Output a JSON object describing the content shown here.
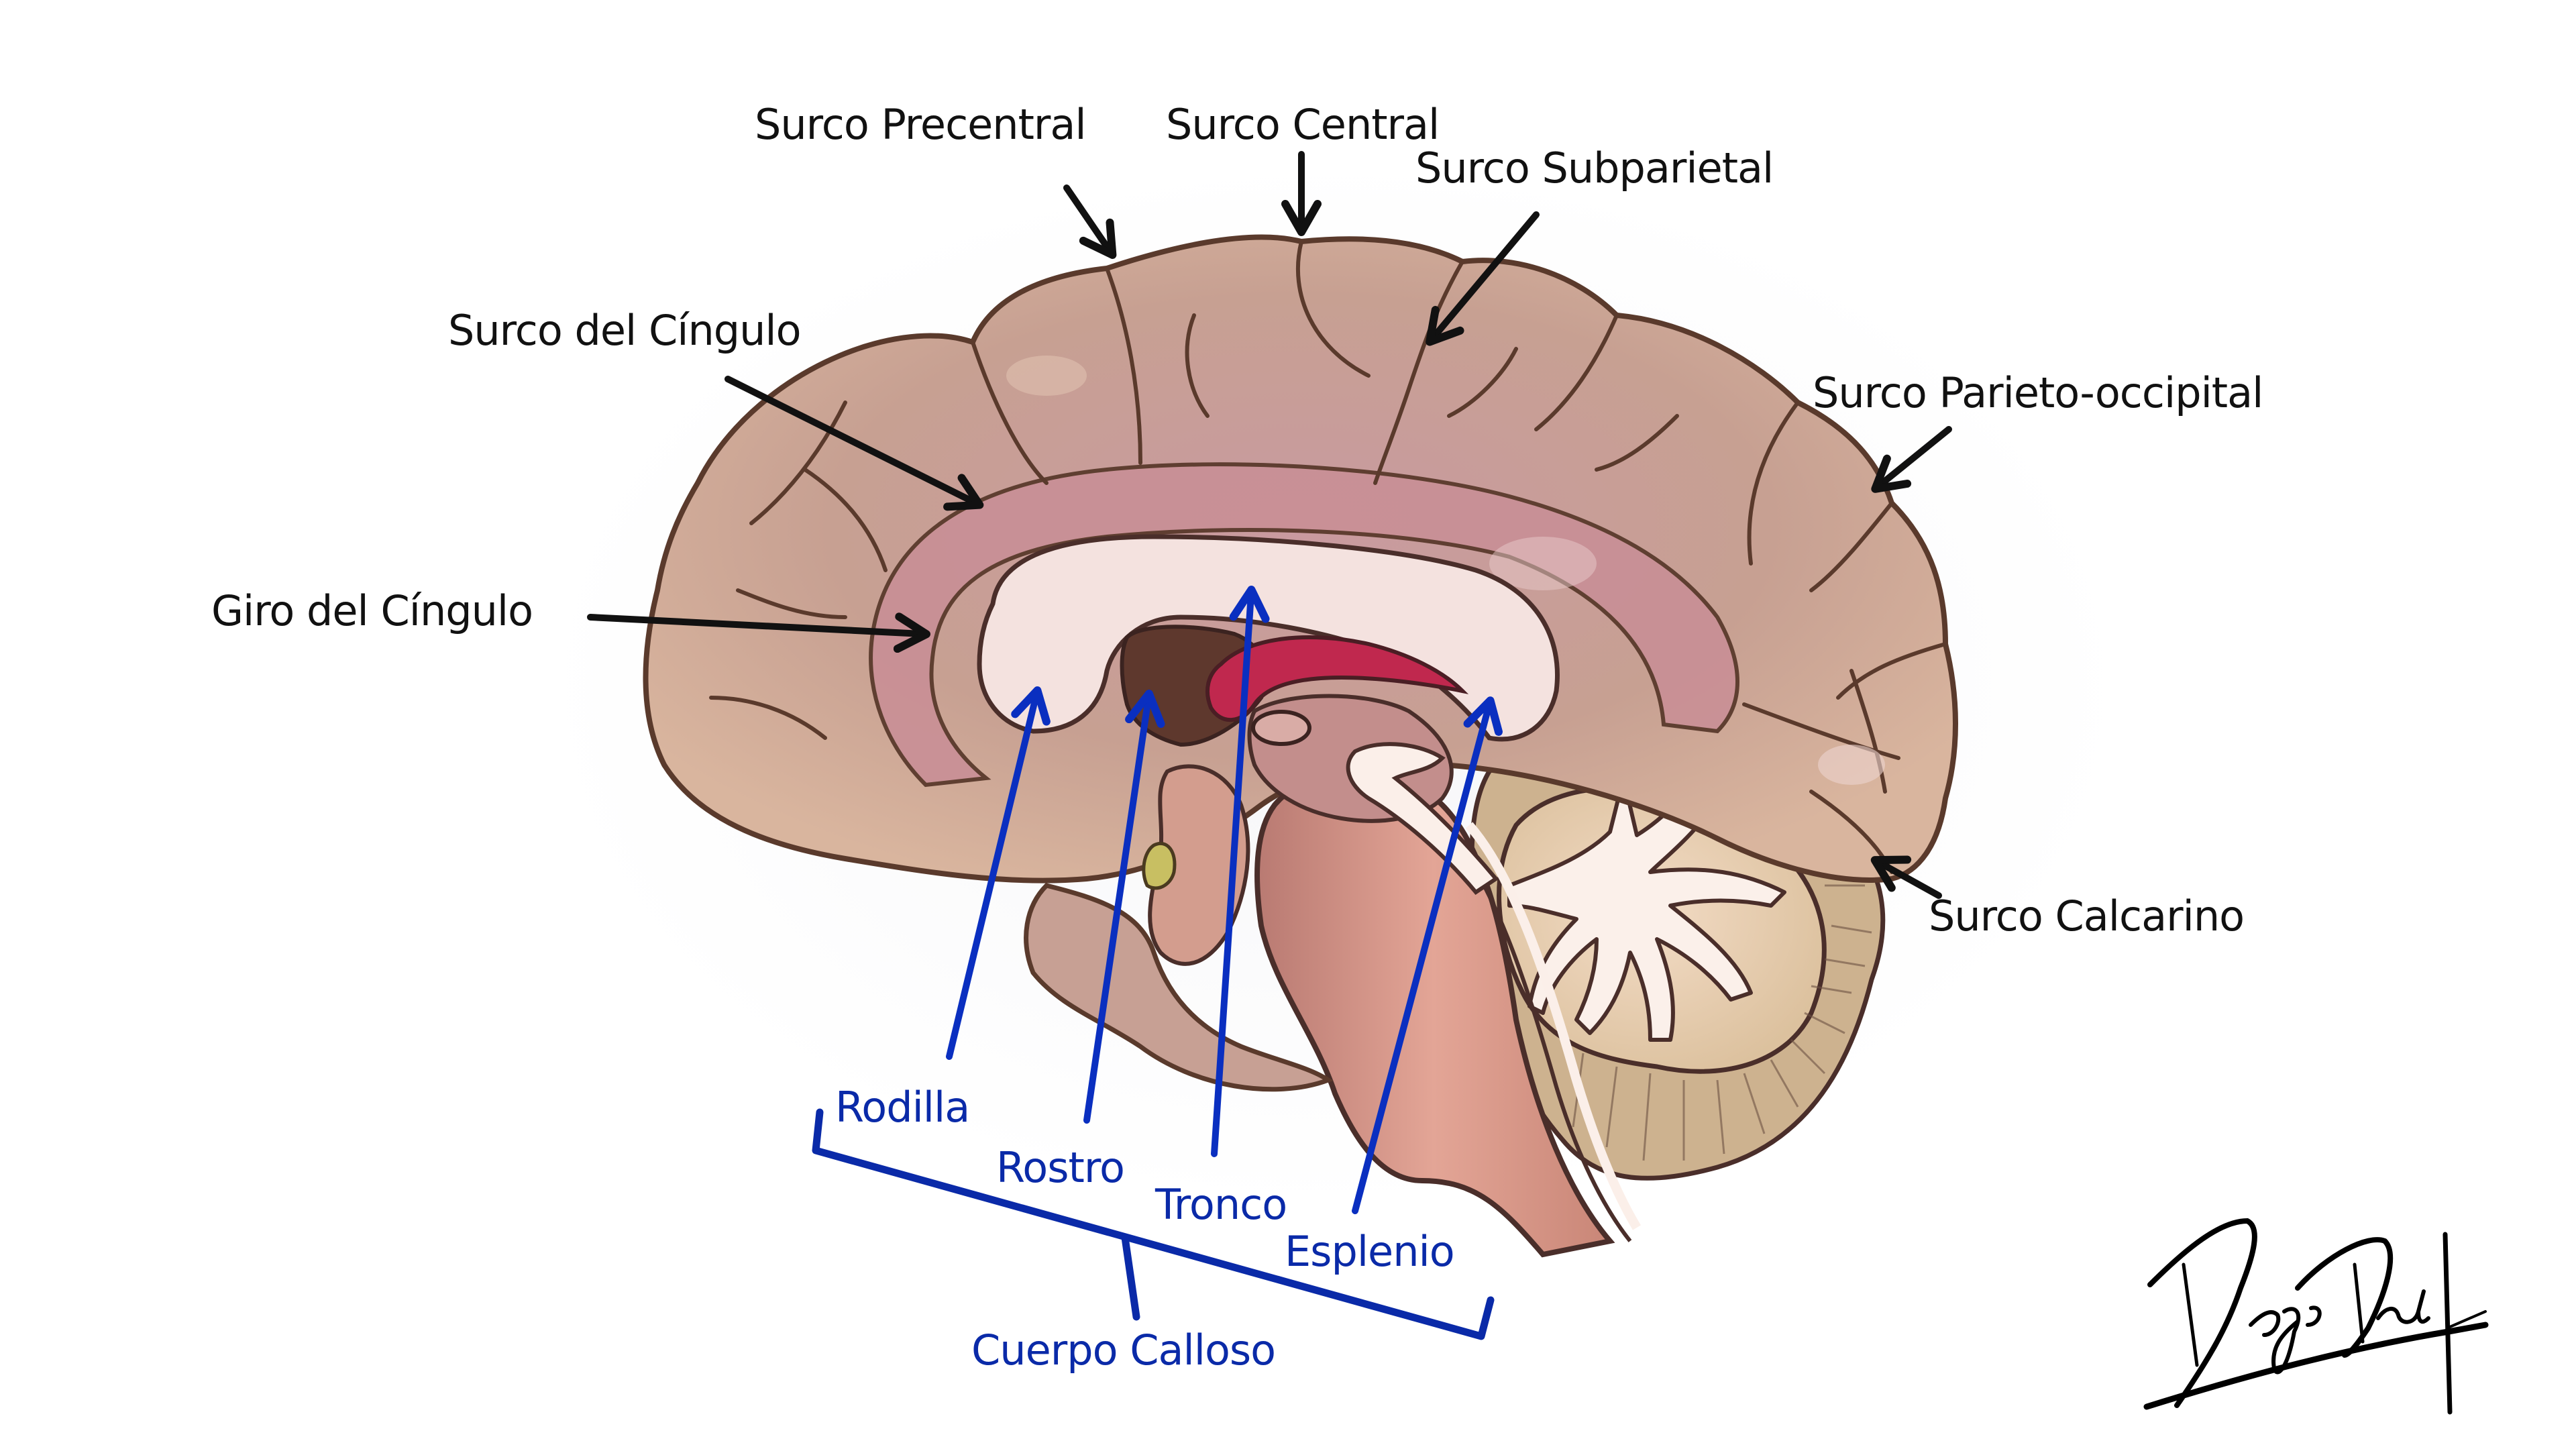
{
  "diagram": {
    "subject": "Corte sagital medial del cerebro",
    "colors": {
      "label_black": "#111111",
      "label_blue": "#0a2aa8",
      "arrow_black": "#111111",
      "arrow_blue": "#0a2fc0",
      "cortex": "#c9a196",
      "cortex_outline": "#5a3a2c",
      "corpus_callosum": "#f4e2df",
      "fornix_red": "#c0284e",
      "cerebellum_gray": "#ead3b8",
      "cerebellum_white": "#fbf0ea",
      "brainstem": "#d99b8a"
    },
    "labels_black": [
      {
        "id": "surco-precentral",
        "text": "Surco Precentral"
      },
      {
        "id": "surco-central",
        "text": "Surco Central"
      },
      {
        "id": "surco-subparietal",
        "text": "Surco Subparietal"
      },
      {
        "id": "surco-del-cingulo",
        "text": "Surco del Cíngulo"
      },
      {
        "id": "surco-parieto-occipital",
        "text": "Surco Parieto-occipital"
      },
      {
        "id": "giro-del-cingulo",
        "text": "Giro del Cíngulo"
      },
      {
        "id": "surco-calcarino",
        "text": "Surco Calcarino"
      }
    ],
    "labels_blue": [
      {
        "id": "rodilla",
        "text": "Rodilla"
      },
      {
        "id": "rostro",
        "text": "Rostro"
      },
      {
        "id": "tronco",
        "text": "Tronco"
      },
      {
        "id": "esplenio",
        "text": "Esplenio"
      }
    ],
    "group_label": {
      "id": "cuerpo-calloso",
      "text": "Cuerpo Calloso"
    },
    "signature": {
      "text": "Diego Diaz"
    }
  }
}
